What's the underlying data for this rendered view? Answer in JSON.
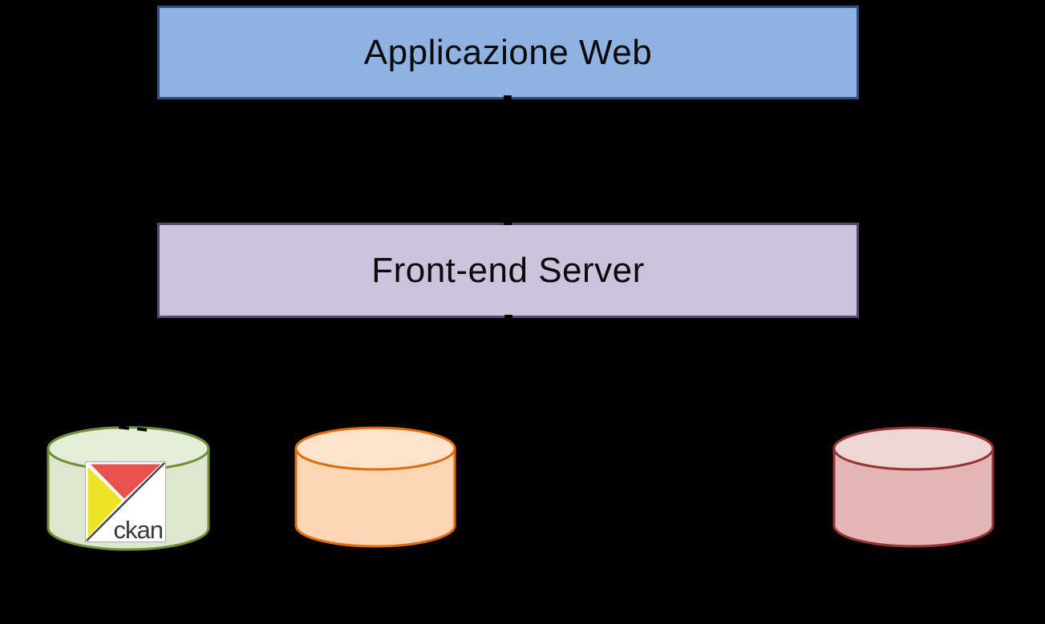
{
  "diagram": {
    "background_color": "#000000",
    "boxes": [
      {
        "label": "Applicazione Web",
        "fill": "#8FB2E2",
        "border": "#2F5380",
        "text_color": "#0A0A0A"
      },
      {
        "label": "Front-end Server",
        "fill": "#CCC2DC",
        "border": "#584572",
        "text_color": "#0A0A0A"
      }
    ],
    "cylinders": [
      {
        "name": "ckan-database",
        "body_fill": "#DDE7CE",
        "top_fill": "#E4EDD8",
        "border": "#72903C",
        "has_logo": true
      },
      {
        "name": "orange-database",
        "body_fill": "#FCD5B4",
        "top_fill": "#FDE3CC",
        "border": "#E26B0A",
        "has_logo": false
      },
      {
        "name": "pink-database",
        "body_fill": "#E4B6B5",
        "top_fill": "#EFD5D4",
        "border": "#943634",
        "has_logo": false
      }
    ],
    "ckan_logo": {
      "text": "ckan",
      "background": "#FFFFFF",
      "red": "#E8524E",
      "yellow": "#EDE428",
      "outline": "#ACACAC",
      "diagonal": "#474747",
      "text_color": "#3B3B3B"
    }
  }
}
